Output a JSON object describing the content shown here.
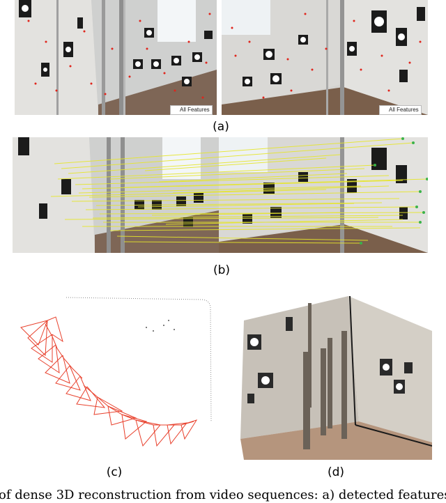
{
  "panels": {
    "a": {
      "label": "(a)",
      "legend_left": "All Features",
      "legend_right": "All Features"
    },
    "b": {
      "label": "(b)"
    },
    "c": {
      "label": "(c)"
    },
    "d": {
      "label": "(d)"
    }
  },
  "caption": "of dense 3D reconstruction from video sequences: a) detected features",
  "colors": {
    "features": "#e0241b",
    "matches": "#e6e62a",
    "cameras": "#e8402c",
    "wall": "#dcdbd8"
  }
}
